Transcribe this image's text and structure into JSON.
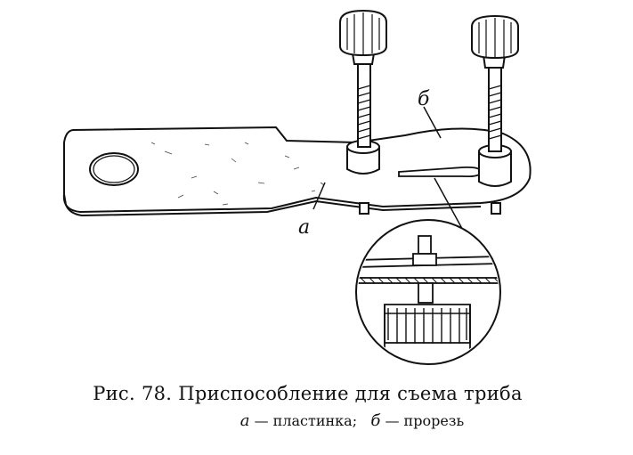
{
  "figure": {
    "label_a": "а",
    "label_b": "б"
  },
  "caption": {
    "title": "Рис. 78. Приспособление для съема триба",
    "legend_a_letter": "а",
    "legend_a_text": "— пластинка;",
    "legend_b_letter": "б",
    "legend_b_text": "— прорезь"
  }
}
